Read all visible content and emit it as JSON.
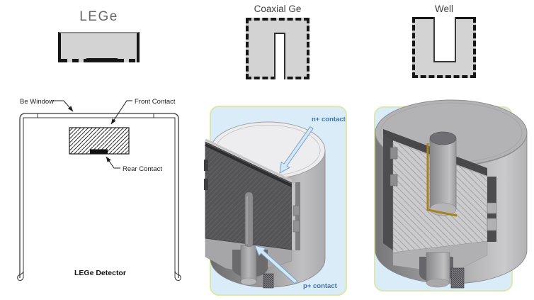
{
  "figure": {
    "top_row": {
      "lege_title": "LEGe",
      "coaxial_title": "Coaxial Ge",
      "well_title": "Well"
    },
    "lege_diagram": {
      "be_window_label": "Be Window",
      "front_contact_label": "Front Contact",
      "rear_contact_label": "Rear Contact",
      "caption": "LEGe Detector"
    },
    "coaxial_render": {
      "n_contact_label": "n+ contact",
      "p_contact_label": "p+ contact"
    },
    "colors": {
      "schematic_fill": "#d3d3d3",
      "schematic_border": "#161616",
      "render_panel_fill": "#d9ecf7",
      "render_panel_border": "#dce8ad",
      "contact_label_blue": "#4274a8",
      "arrow_fill_blue": "#d4e7f5",
      "arrow_stroke_blue": "#7aa3c6",
      "well_gold_accent": "#a8821e",
      "line_drawing_color": "#333333"
    }
  }
}
